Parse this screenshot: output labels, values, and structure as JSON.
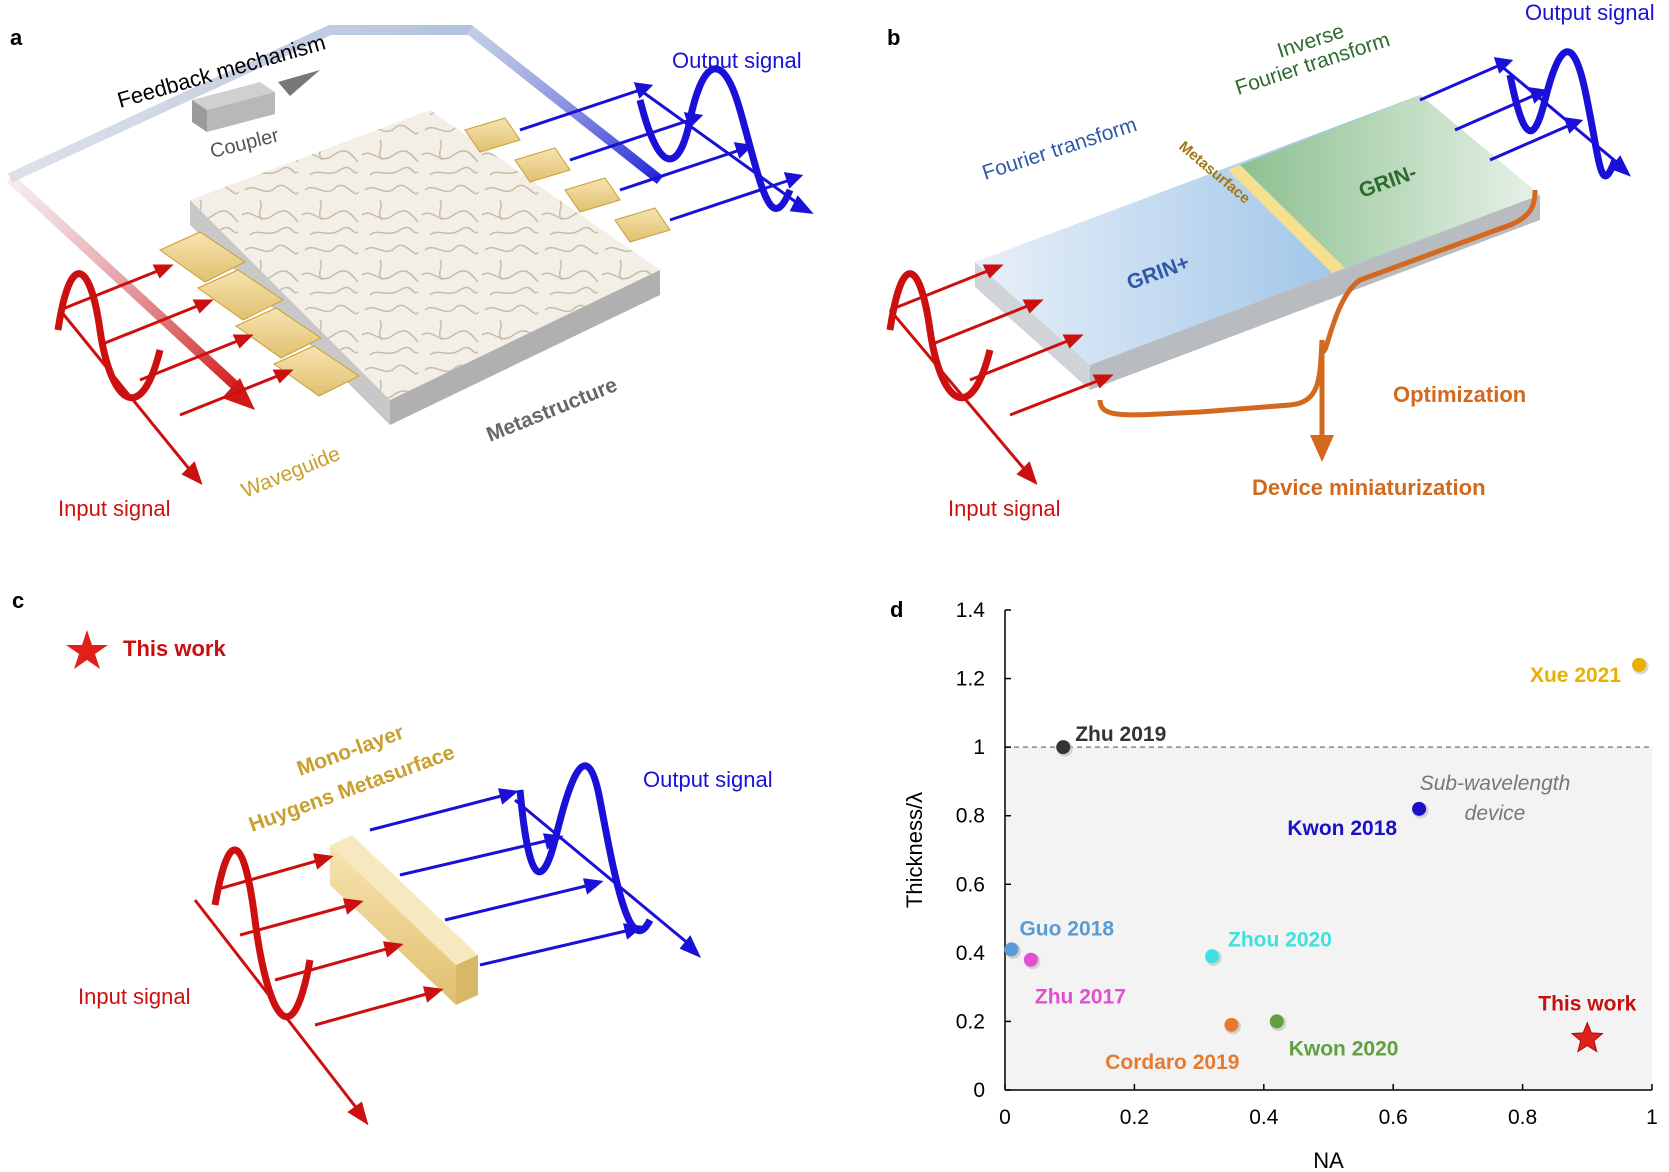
{
  "panels": {
    "a": {
      "letter": "a",
      "labels": {
        "feedback": "Feedback mechanism",
        "coupler": "Coupler",
        "output": "Output signal",
        "metastructure": "Metastructure",
        "waveguide": "Waveguide",
        "input": "Input signal"
      }
    },
    "b": {
      "letter": "b",
      "labels": {
        "output": "Output signal",
        "inverse_ft_line1": "Inverse",
        "inverse_ft_line2": "Fourier transform",
        "ft": "Fourier transform",
        "metasurface": "Metasurface",
        "grin_minus": "GRIN-",
        "grin_plus": "GRIN+",
        "optimization": "Optimization",
        "miniaturization": "Device miniaturization",
        "input": "Input signal"
      }
    },
    "c": {
      "letter": "c",
      "labels": {
        "this_work": "This work",
        "mono_line1": "Mono-layer",
        "mono_line2": "Huygens Metasurface",
        "output": "Output signal",
        "input": "Input signal"
      }
    },
    "d": {
      "letter": "d"
    }
  },
  "colors": {
    "input_red": "#cc1010",
    "output_blue": "#1a10d8",
    "waveguide_gold": "#c8a030",
    "ft_blue": "#2e5aa8",
    "ift_green": "#2e6b2e",
    "optim_orange": "#d2691e",
    "this_work_red": "#e0201a"
  },
  "chart_data": {
    "type": "scatter",
    "xlabel": "NA",
    "ylabel": "Thickness/λ",
    "xlim": [
      0,
      1
    ],
    "ylim": [
      0,
      1.4
    ],
    "x_ticks": [
      "0",
      "0.2",
      "0.4",
      "0.6",
      "0.8",
      "1"
    ],
    "y_ticks": [
      "0",
      "0.2",
      "0.4",
      "0.6",
      "0.8",
      "1",
      "1.2",
      "1.4"
    ],
    "reference_line": {
      "y": 1.0,
      "style": "dashed"
    },
    "shaded_region_label_line1": "Sub-wavelength",
    "shaded_region_label_line2": "device",
    "points": [
      {
        "label": "Xue 2021",
        "x": 0.98,
        "y": 1.24,
        "color": "#e8b000",
        "marker": "circle"
      },
      {
        "label": "Zhu 2019",
        "x": 0.09,
        "y": 1.0,
        "color": "#333333",
        "marker": "circle"
      },
      {
        "label": "Kwon 2018",
        "x": 0.64,
        "y": 0.82,
        "color": "#1a10c8",
        "marker": "circle"
      },
      {
        "label": "Guo 2018",
        "x": 0.01,
        "y": 0.41,
        "color": "#5a9bd5",
        "marker": "circle"
      },
      {
        "label": "Zhu 2017",
        "x": 0.04,
        "y": 0.38,
        "color": "#e050d0",
        "marker": "circle"
      },
      {
        "label": "Zhou 2020",
        "x": 0.32,
        "y": 0.39,
        "color": "#40e0e0",
        "marker": "circle"
      },
      {
        "label": "Cordaro 2019",
        "x": 0.35,
        "y": 0.19,
        "color": "#e87a30",
        "marker": "circle"
      },
      {
        "label": "Kwon 2020",
        "x": 0.42,
        "y": 0.2,
        "color": "#60a040",
        "marker": "circle"
      },
      {
        "label": "This work",
        "x": 0.9,
        "y": 0.15,
        "color": "#e0201a",
        "marker": "star"
      }
    ]
  }
}
